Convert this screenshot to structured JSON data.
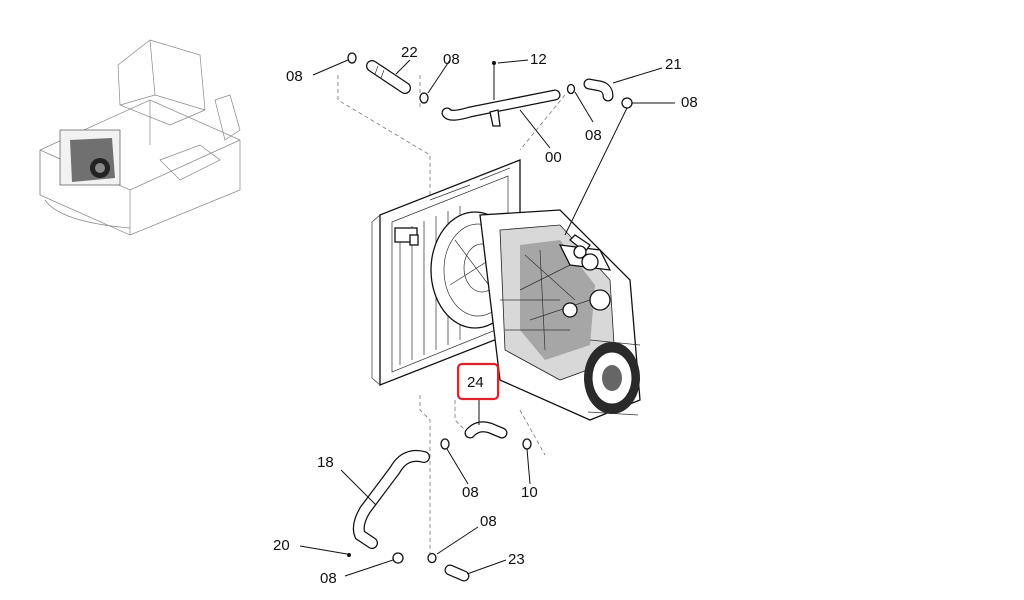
{
  "labels": {
    "l22": "22",
    "l08_top_left": "08",
    "l08_top_mid": "08",
    "l12": "12",
    "l21": "21",
    "l08_top_right": "08",
    "l08_right_mid": "08",
    "l00": "00",
    "l24": "24",
    "l18": "18",
    "l08_bottom_mid": "08",
    "l10": "10",
    "l08_bottom_right": "08",
    "l20": "20",
    "l23": "23",
    "l08_bottom_left": "08"
  },
  "colors": {
    "highlight": "#e0232b",
    "line": "#111111"
  },
  "highlighted_part": "24"
}
